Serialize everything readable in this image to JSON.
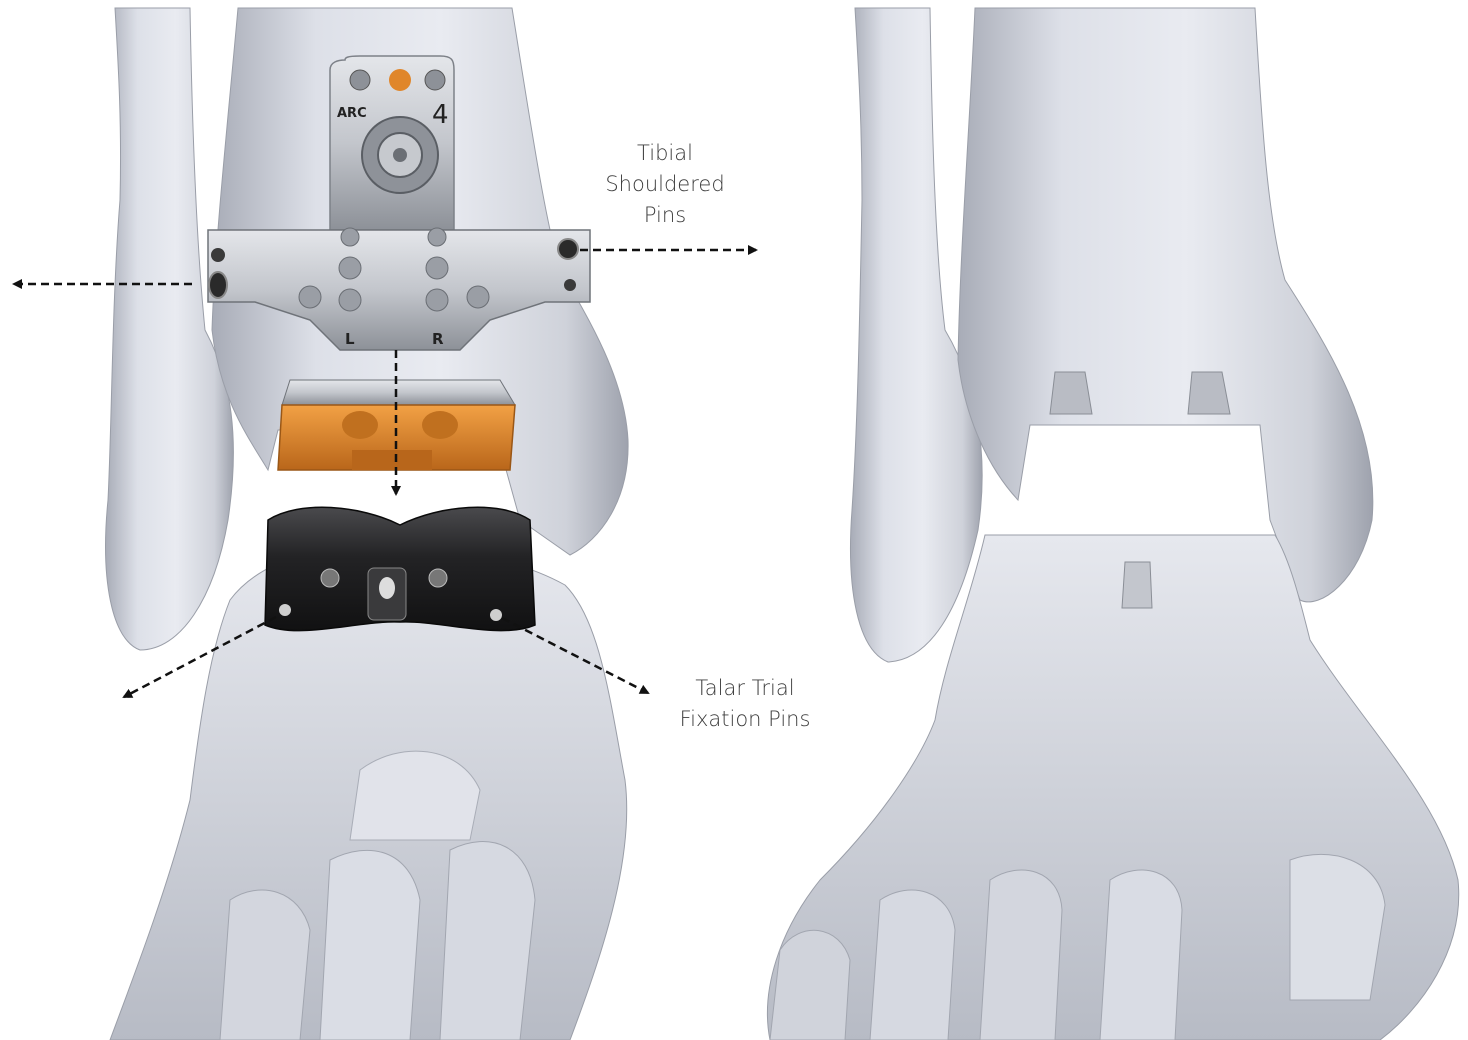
{
  "labels": {
    "tibial_pins": [
      "Tibial",
      "Shouldered",
      "Pins"
    ],
    "talar_pins": [
      "Talar Trial",
      "Fixation Pins"
    ]
  },
  "guide_markings": {
    "brand": "ARC",
    "size": "4",
    "left": "L",
    "right": "R"
  },
  "colors": {
    "bone": "#dcdfe8",
    "bone_shadow": "#a9adb8",
    "metal": "#c4c7cc",
    "orange": "#e08a2b",
    "talar_trial": "#2b2b2d",
    "arrow": "#111111"
  }
}
